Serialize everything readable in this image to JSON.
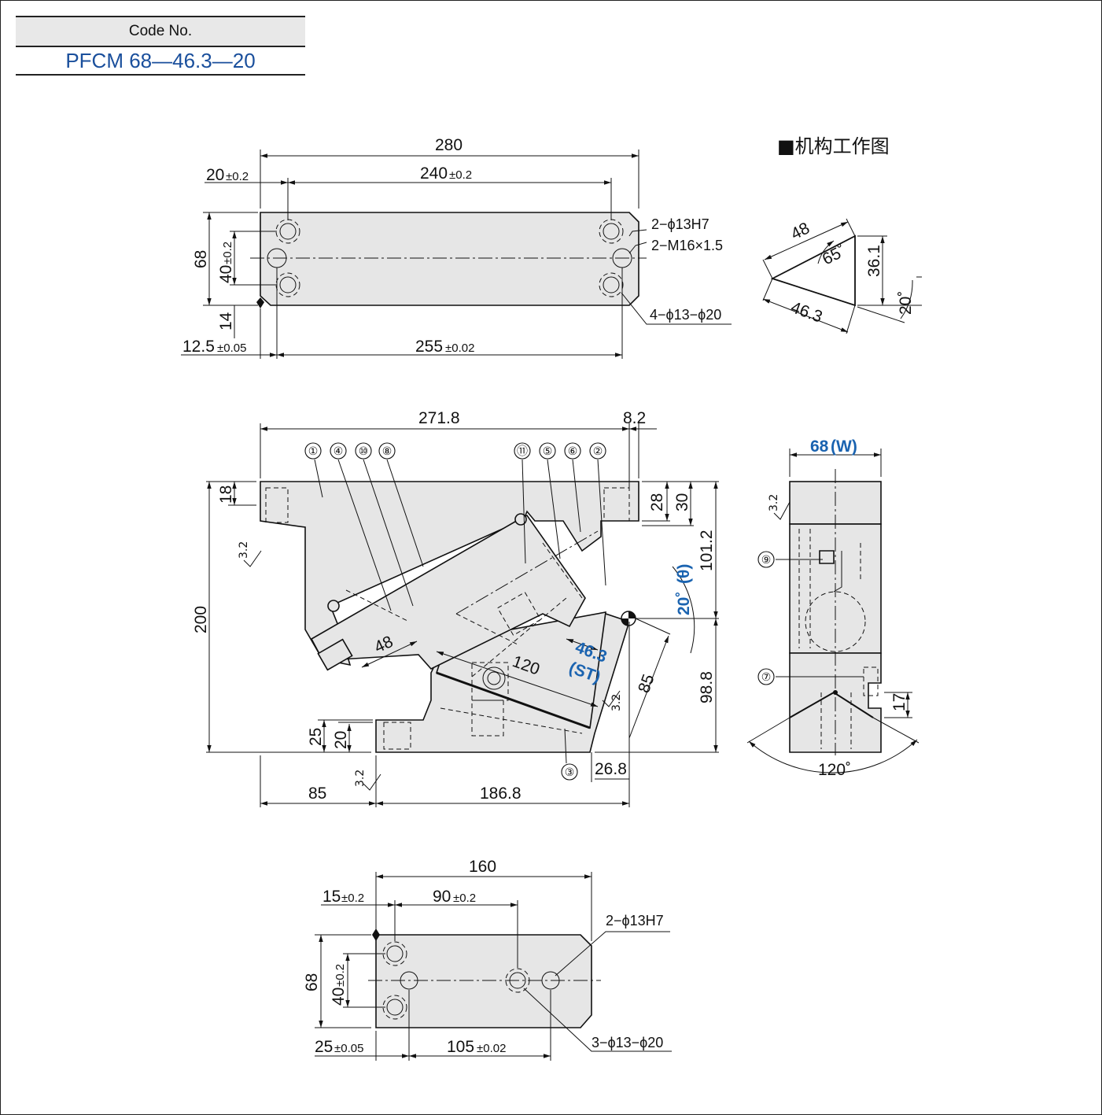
{
  "header": {
    "code_label": "Code No.",
    "code_value": "PFCM 68—46.3—20"
  },
  "mechanism": {
    "title": "■机构工作图",
    "len_48": "48",
    "angle_65": "65˚",
    "h_36_1": "36.1",
    "len_46_3": "46.3",
    "angle_20": "20˚"
  },
  "top_view": {
    "w280": "280",
    "d20": "20",
    "d20_tol": "±0.2",
    "d240": "240",
    "d240_tol": "±0.2",
    "h68": "68",
    "h40": "40",
    "h40_tol": "±0.2",
    "h14": "14",
    "d12_5": "12.5",
    "d12_5_tol": "±0.05",
    "d255": "255",
    "d255_tol": "±0.02",
    "note1": "2−ϕ13H7",
    "note2": "2−M16×1.5",
    "note3": "4−ϕ13−ϕ20"
  },
  "front_view": {
    "w271_8": "271.8",
    "w8_2": "8.2",
    "h18": "18",
    "h28": "28",
    "h30": "30",
    "h101_2": "101.2",
    "h200": "200",
    "angle": "20˚",
    "theta": "(θ)",
    "d48": "48",
    "d120": "120",
    "st_val": "46.3",
    "st_lbl": "(ST)",
    "d85_diag": "85",
    "h98_8": "98.8",
    "h25": "25",
    "h20": "20",
    "rough": "3.2",
    "d85": "85",
    "d186_8": "186.8",
    "d26_8": "26.8",
    "parts_top": [
      "①",
      "④",
      "⑩",
      "⑧",
      "⑪",
      "⑤",
      "⑥",
      "②"
    ],
    "part3": "③"
  },
  "side_view": {
    "w68": "68",
    "w_lbl": "(W)",
    "part9": "⑨",
    "part7": "⑦",
    "h17": "17",
    "angle120": "120˚",
    "rough": "3.2"
  },
  "bottom_view": {
    "w160": "160",
    "d15": "15",
    "d15_tol": "±0.2",
    "d90": "90",
    "d90_tol": "±0.2",
    "h68": "68",
    "h40": "40",
    "h40_tol": "±0.2",
    "d25": "25",
    "d25_tol": "±0.05",
    "d105": "105",
    "d105_tol": "±0.02",
    "note1": "2−ϕ13H7",
    "note2": "3−ϕ13−ϕ20"
  }
}
